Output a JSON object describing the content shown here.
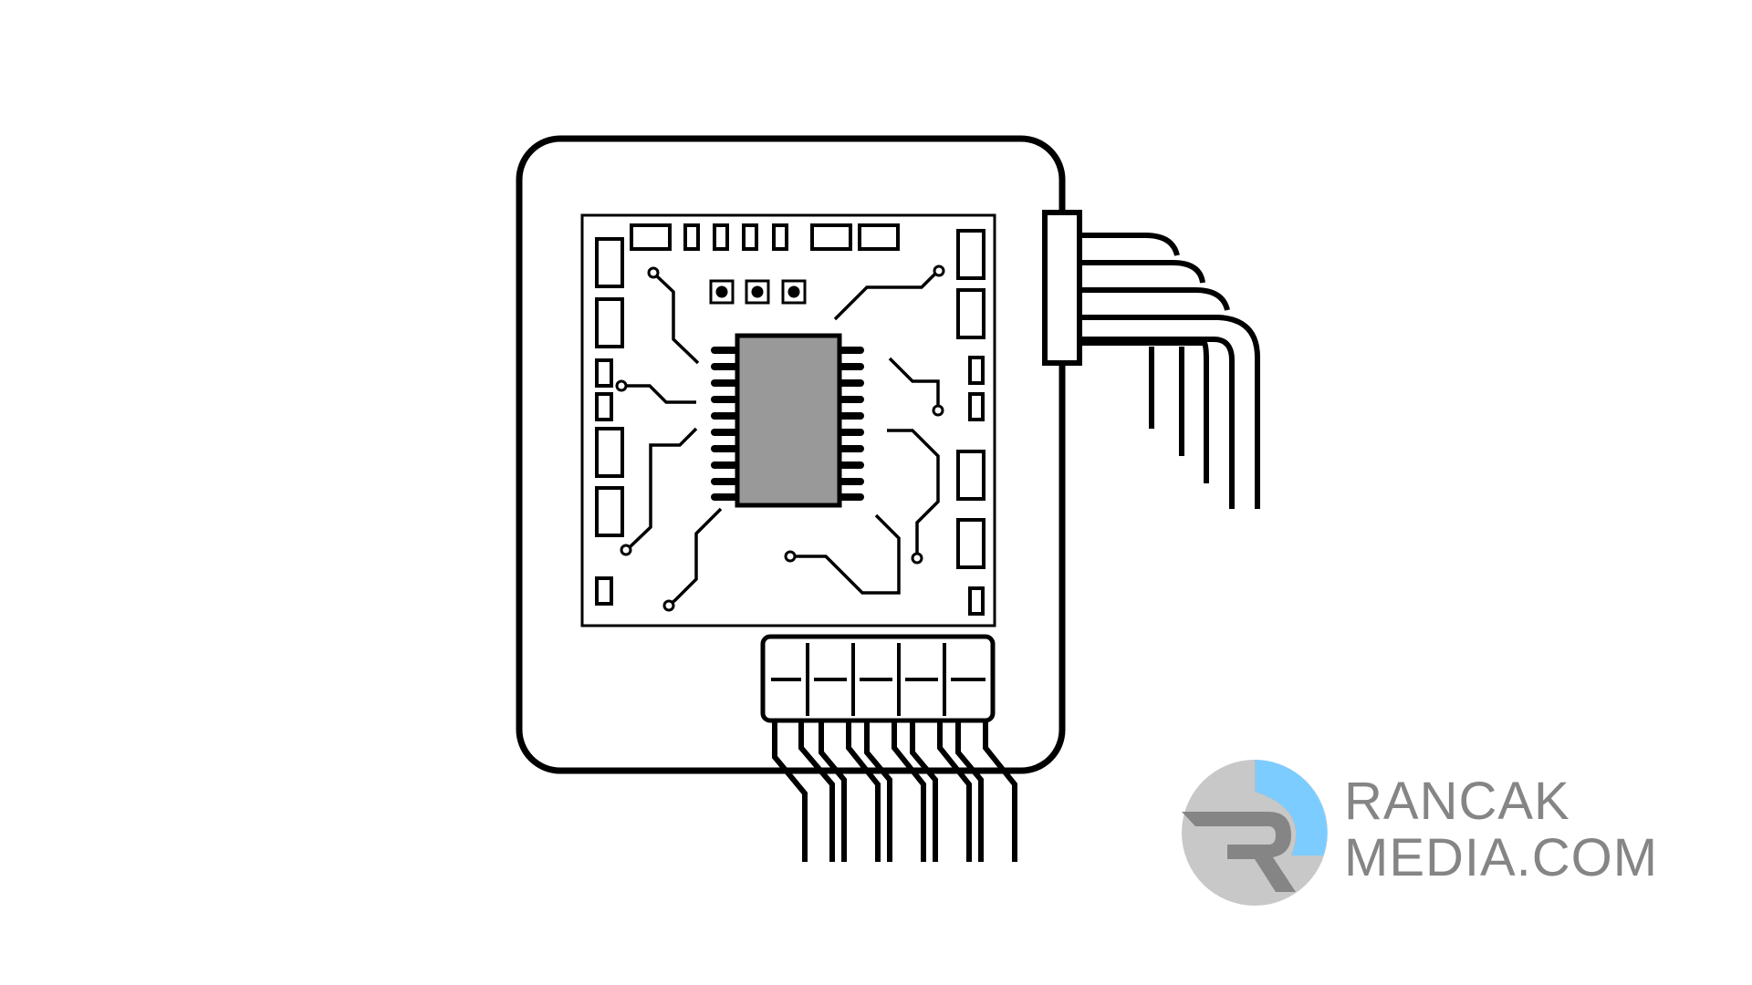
{
  "image": {
    "subject": "pcb-module-with-wires",
    "colors": {
      "background": "#ffffff",
      "stroke": "#000000",
      "chip_fill": "#999999",
      "logo_blue": "#7dccff",
      "logo_gray": "#858585",
      "logo_light_gray": "#c8c8c8"
    }
  },
  "watermark": {
    "line1": "RANCAK",
    "line2": "MEDIA.COM"
  }
}
